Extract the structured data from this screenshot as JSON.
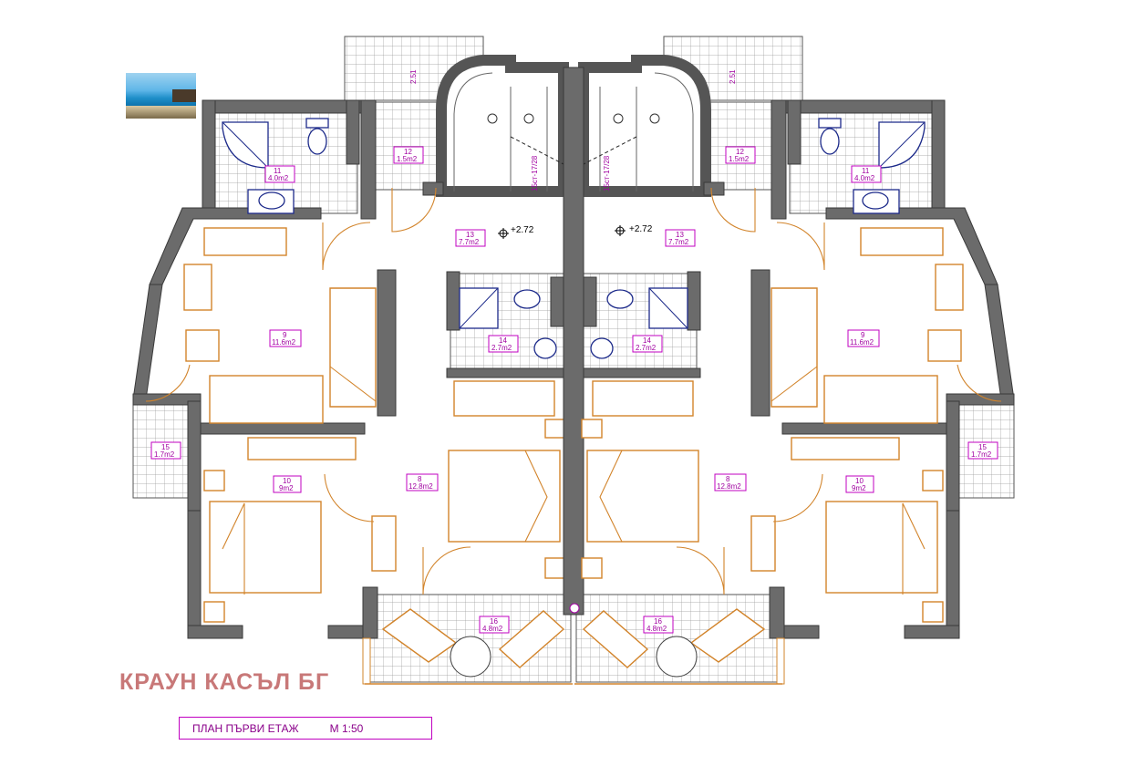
{
  "brand": "КРАУН КАСЪЛ БГ",
  "plan": {
    "title": "ПЛАН ПЪРВИ ЕТАЖ",
    "scale": "М 1:50"
  },
  "levels": [
    "+2.72",
    "+2.72"
  ],
  "stairs_note": "15ст-17/28",
  "balcony_dims": [
    "2.51",
    "2.51"
  ],
  "rooms_left": [
    {
      "num": "11",
      "area": "4.0m2"
    },
    {
      "num": "12",
      "area": "1.5m2"
    },
    {
      "num": "13",
      "area": "7.7m2"
    },
    {
      "num": "9",
      "area": "11.6m2"
    },
    {
      "num": "14",
      "area": "2.7m2"
    },
    {
      "num": "15",
      "area": "1.7m2"
    },
    {
      "num": "10",
      "area": "9m2"
    },
    {
      "num": "8",
      "area": "12.8m2"
    },
    {
      "num": "16",
      "area": "4.8m2"
    }
  ],
  "rooms_right": [
    {
      "num": "11",
      "area": "4.0m2"
    },
    {
      "num": "12",
      "area": "1.5m2"
    },
    {
      "num": "13",
      "area": "7.7m2"
    },
    {
      "num": "9",
      "area": "11.6m2"
    },
    {
      "num": "14",
      "area": "2.7m2"
    },
    {
      "num": "15",
      "area": "1.7m2"
    },
    {
      "num": "10",
      "area": "9m2"
    },
    {
      "num": "8",
      "area": "12.8m2"
    },
    {
      "num": "16",
      "area": "4.8m2"
    }
  ],
  "colors": {
    "wall": "#6b6b6b",
    "furniture": "#d2842b",
    "fixture": "#1c2a8a",
    "label": "#c000c0",
    "brand": "#c87878"
  }
}
